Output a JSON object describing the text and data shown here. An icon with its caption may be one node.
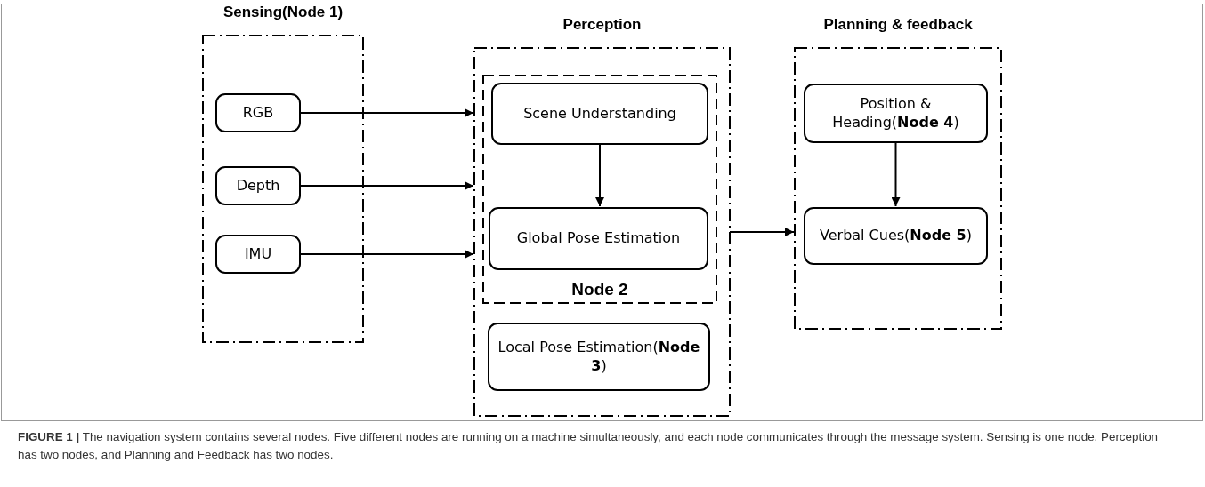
{
  "diagram": {
    "caption": "**FIGURE 1 |** The navigation system contains several nodes. Five different nodes are running on a machine simultaneously, and each node communicates through the message system. Sensing is one node. Perception has two nodes, and Planning and Feedback has two nodes.",
    "nodes": [
      {
        "text": [
          "Sensing(Node 1)"
        ]
      },
      {
        "text": [
          "RGB"
        ],
        "in": 0
      },
      {
        "text": [
          "Depth"
        ],
        "in": 0
      },
      {
        "text": [
          "IMU"
        ],
        "in": 0
      },
      {
        "text": [
          "Perception"
        ]
      },
      {
        "text": [
          "Node 2"
        ],
        "in": 4
      },
      {
        "text": [
          "Scene Understanding"
        ],
        "in": 5
      },
      {
        "text": [
          "Global Pose Estimation"
        ],
        "in": 5
      },
      {
        "text": [
          "Local Pose Estimation(**Node 3**)"
        ],
        "in": 4
      },
      {
        "text": [
          "Planning & feedback"
        ]
      },
      {
        "text": [
          "Position & Heading(**Node 4**)"
        ],
        "in": 9
      },
      {
        "text": [
          "Verbal Cues(**Node 5**)"
        ],
        "in": 9
      }
    ],
    "edges": [
      {
        "from": 1,
        "to": 4,
        "arrow": "to"
      },
      {
        "from": 2,
        "to": 4,
        "arrow": "to"
      },
      {
        "from": 3,
        "to": 4,
        "arrow": "to"
      },
      {
        "from": 6,
        "to": 7,
        "arrow": "to"
      },
      {
        "from": 4,
        "to": 9,
        "arrow": "to"
      },
      {
        "from": 10,
        "to": 11,
        "arrow": "to"
      }
    ]
  }
}
